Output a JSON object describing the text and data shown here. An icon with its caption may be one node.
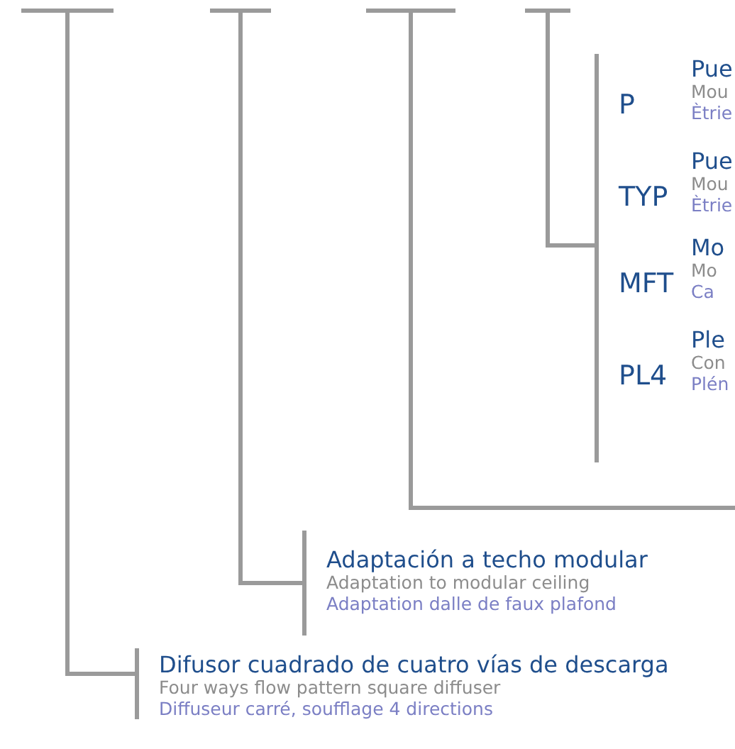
{
  "diagram": {
    "nodes": [
      {
        "text": [],
        "shape": "bar"
      },
      {
        "text": [],
        "shape": "bar"
      },
      {
        "text": [],
        "shape": "bar"
      },
      {
        "text": [],
        "shape": "bar"
      },
      {
        "text": [
          "Difusor cuadrado de cuatro vías de descarga",
          "Four ways flow pattern square diffuser",
          "Diffuseur carré, soufflage 4 directions"
        ]
      },
      {
        "text": [
          "Adaptación a techo modular",
          "Adaptation to modular ceiling",
          "Adaptation dalle de faux plafond"
        ]
      },
      {
        "text": [],
        "shape": "bar"
      },
      {
        "text": [
          "P",
          "Pue",
          "Mou",
          "Ètrie"
        ]
      },
      {
        "text": [
          "TYP",
          "Pue",
          "Mou",
          "Ètrie"
        ]
      },
      {
        "text": [
          "MFT",
          "Mo",
          "Mo",
          "Ca"
        ]
      },
      {
        "text": [
          "PL4",
          "Ple",
          "Con",
          "Plén"
        ]
      }
    ],
    "edges": [
      {
        "from": 0,
        "to": 4,
        "arrow": "none"
      },
      {
        "from": 1,
        "to": 5,
        "arrow": "none"
      },
      {
        "from": 2,
        "to": null,
        "arrow": "none"
      },
      {
        "from": 3,
        "to": 6,
        "arrow": "none"
      }
    ]
  }
}
